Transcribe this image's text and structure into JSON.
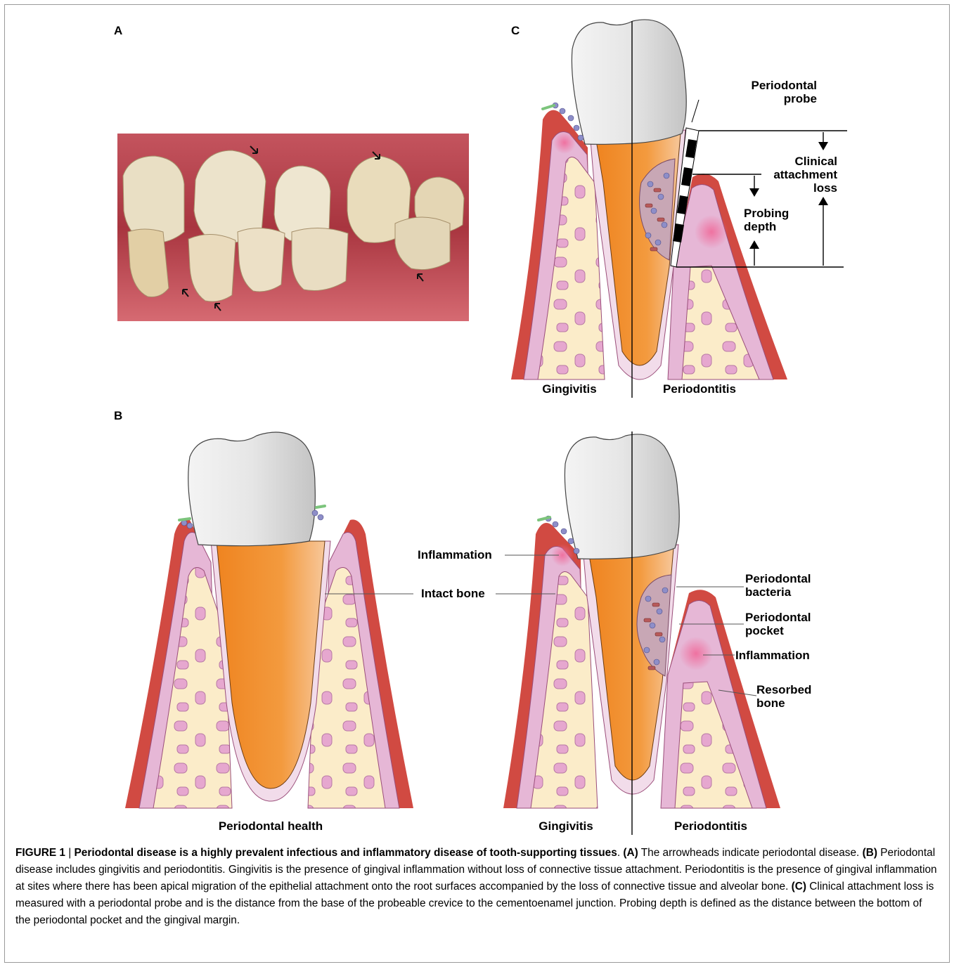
{
  "colors": {
    "gum_outer": "#d14a42",
    "gum_light": "#e28a82",
    "soft_tissue": "#e6b7d6",
    "pdl": "#f2dcea",
    "bone": "#fbecc9",
    "bone_spot": "#e6a7cf",
    "crown": "#e3e3e3",
    "root": "#f2902c",
    "pocket": "#c8a7b5",
    "photo_gum": "#b23a45",
    "photo_tooth": "#e7dcc0"
  },
  "panels": {
    "a": {
      "letter": "A"
    },
    "b": {
      "letter": "B",
      "health_label": "Periodontal health",
      "gingivitis_label": "Gingivitis",
      "periodontitis_label": "Periodontitis",
      "labels": {
        "inflammation_left": "Inflammation",
        "intact_bone": "Intact bone",
        "periodontal_bacteria_1": "Periodontal",
        "periodontal_bacteria_2": "bacteria",
        "periodontal_pocket_1": "Periodontal",
        "periodontal_pocket_2": "pocket",
        "inflammation_right": "Inflammation",
        "resorbed_bone_1": "Resorbed",
        "resorbed_bone_2": "bone"
      }
    },
    "c": {
      "letter": "C",
      "gingivitis_label": "Gingivitis",
      "periodontitis_label": "Periodontitis",
      "labels": {
        "probe_1": "Periodontal",
        "probe_2": "probe",
        "cal_1": "Clinical",
        "cal_2": "attachment",
        "cal_3": "loss",
        "pd_1": "Probing",
        "pd_2": "depth"
      }
    }
  },
  "caption": {
    "figure_label": "FIGURE 1",
    "separator": " | ",
    "title": "Periodontal disease is a highly prevalent infectious and inflammatory disease of tooth-supporting tissues",
    "title_end": ". ",
    "a_tag": "(A)",
    "a_text": " The arrowheads indicate periodontal disease. ",
    "b_tag": "(B)",
    "b_text": " Periodontal disease includes gingivitis and periodontitis. Gingivitis is the presence of gingival inflammation without loss of connective tissue attachment. Periodontitis is the presence of gingival inflammation at sites where there has been apical migration of the epithelial attachment onto the root surfaces accompanied by the loss of connective tissue and alveolar bone. ",
    "c_tag": "(C)",
    "c_text": " Clinical attachment loss is measured with a periodontal probe and is the distance from the base of the probeable crevice to the cementoenamel junction. Probing depth is defined as the distance between the bottom of the periodontal pocket and the gingival margin."
  }
}
